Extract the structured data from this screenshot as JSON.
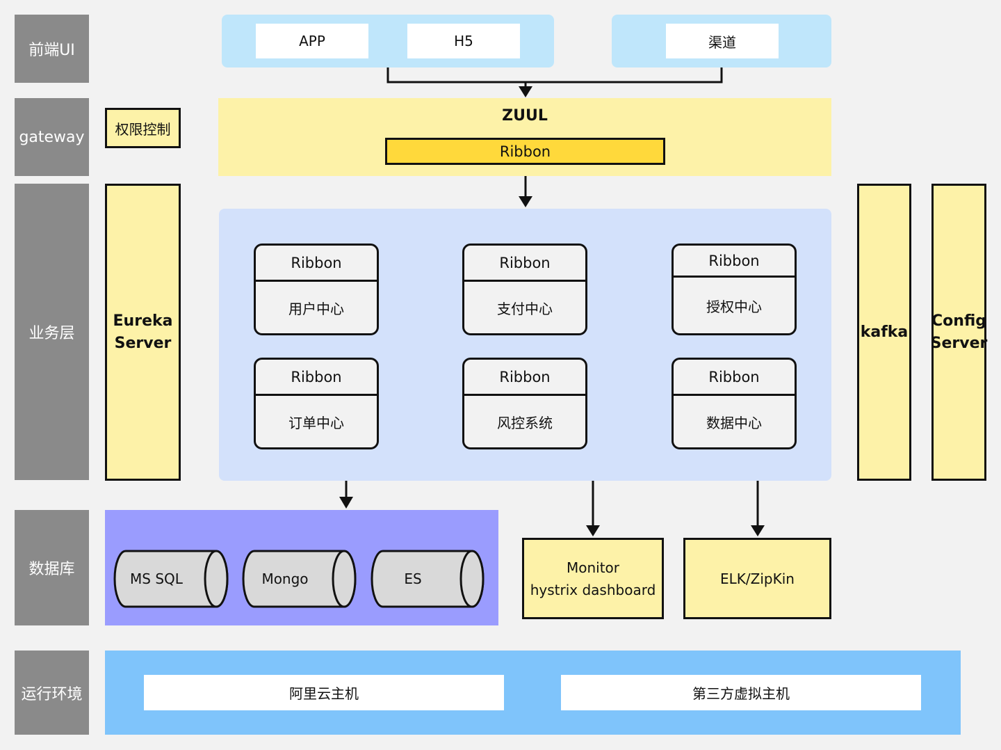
{
  "layers": {
    "frontend": "前端UI",
    "gateway": "gateway",
    "business": "业务层",
    "database": "数据库",
    "runtime": "运行环境"
  },
  "frontend": {
    "app": "APP",
    "h5": "H5",
    "channel": "渠道"
  },
  "gateway": {
    "permission": "权限控制",
    "zuul": "ZUUL",
    "ribbon": "Ribbon"
  },
  "business": {
    "eureka_line1": "Eureka",
    "eureka_line2": "Server",
    "kafka": "kafka",
    "config_line1": "Config",
    "config_line2": "Server",
    "services": [
      {
        "ribbon": "Ribbon",
        "name": "用户中心"
      },
      {
        "ribbon": "Ribbon",
        "name": "支付中心"
      },
      {
        "ribbon": "Ribbon",
        "name": "授权中心"
      },
      {
        "ribbon": "Ribbon",
        "name": "订单中心"
      },
      {
        "ribbon": "Ribbon",
        "name": "风控系统"
      },
      {
        "ribbon": "Ribbon",
        "name": "数据中心"
      }
    ]
  },
  "databases": [
    "MS SQL",
    "Mongo",
    "ES"
  ],
  "monitoring": {
    "monitor_line1": "Monitor",
    "monitor_line2": "hystrix dashboard",
    "elk": "ELK/ZipKin"
  },
  "runtime": {
    "aliyun": "阿里云主机",
    "third_party": "第三方虚拟主机"
  },
  "colors": {
    "layer_label": "#8a8a8a",
    "frontend_panel": "#bfe6fb",
    "gateway_band": "#fdf2a8",
    "ribbon_gold": "#ffd93b",
    "business_panel": "#d3e1fb",
    "database_panel": "#9a9cfe",
    "runtime_panel": "#7fc4fb",
    "cylinder": "#d9d9d9"
  }
}
